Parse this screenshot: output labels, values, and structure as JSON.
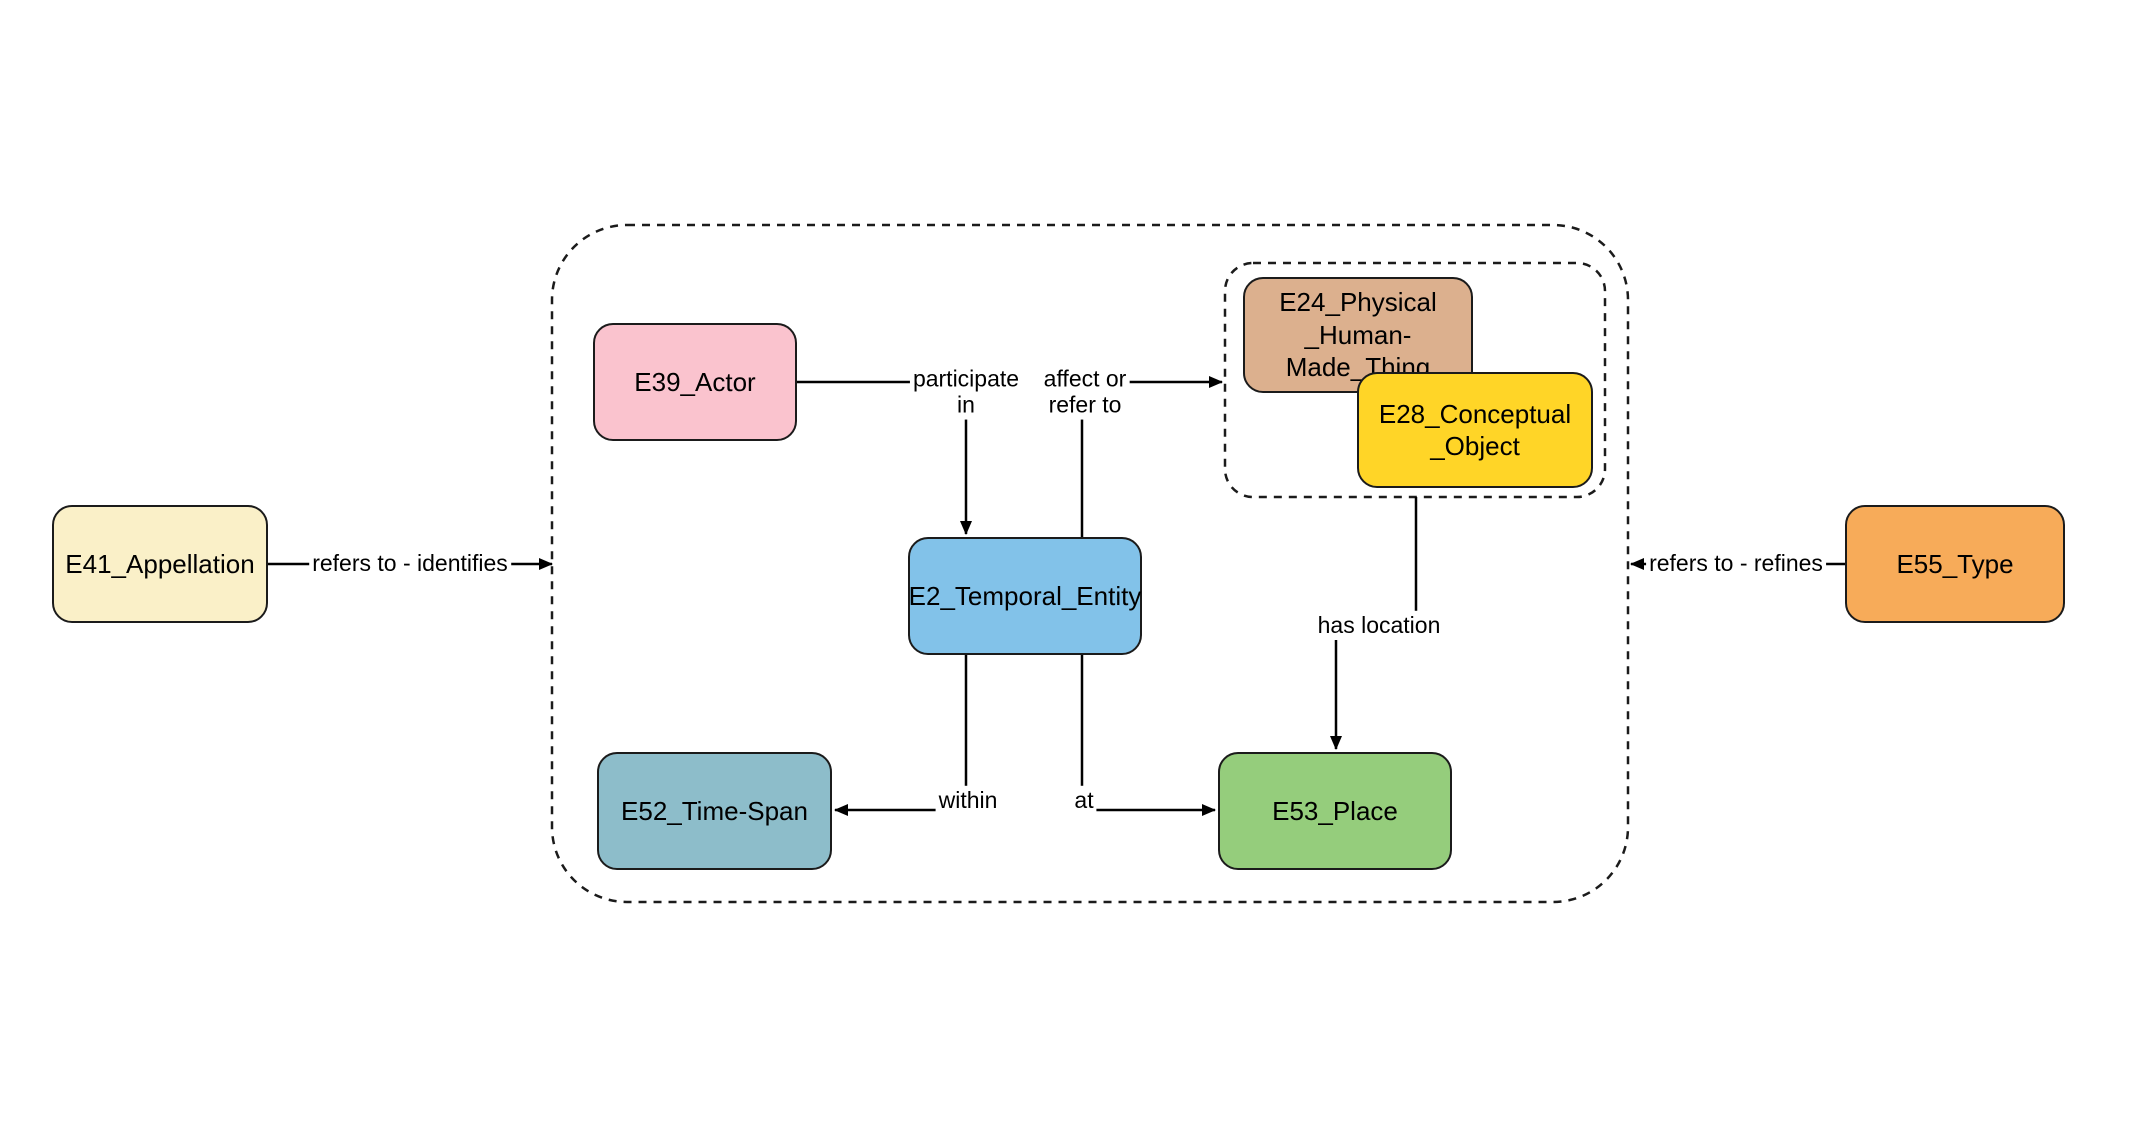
{
  "diagram": {
    "background_color": "#ffffff",
    "line_color": "#000000",
    "boundary_color": "#1b1b1b",
    "nodes": {
      "e41": {
        "label": "E41_Appellation",
        "fill": "#FAF0C8"
      },
      "e39": {
        "label": "E39_Actor",
        "fill": "#FAC3CE"
      },
      "e24": {
        "label": "E24_Physical\n_Human-Made_Thing",
        "fill": "#DCB08E"
      },
      "e28": {
        "label": "E28_Conceptual\n_Object",
        "fill": "#FFD527"
      },
      "e2": {
        "label": "E2_Temporal_Entity",
        "fill": "#82C2E9"
      },
      "e52": {
        "label": "E52_Time-Span",
        "fill": "#8DBDCA"
      },
      "e53": {
        "label": "E53_Place",
        "fill": "#95CD7C"
      },
      "e55": {
        "label": "E55_Type",
        "fill": "#F7AB59"
      }
    },
    "edges": {
      "refers_identifies": {
        "label": "refers to - identifies"
      },
      "participate_in": {
        "label": "participate\nin"
      },
      "affect_refer": {
        "label": "affect or\nrefer to"
      },
      "within": {
        "label": "within"
      },
      "at": {
        "label": "at"
      },
      "has_location": {
        "label": "has location"
      },
      "refers_refines": {
        "label": "refers to - refines"
      }
    }
  }
}
